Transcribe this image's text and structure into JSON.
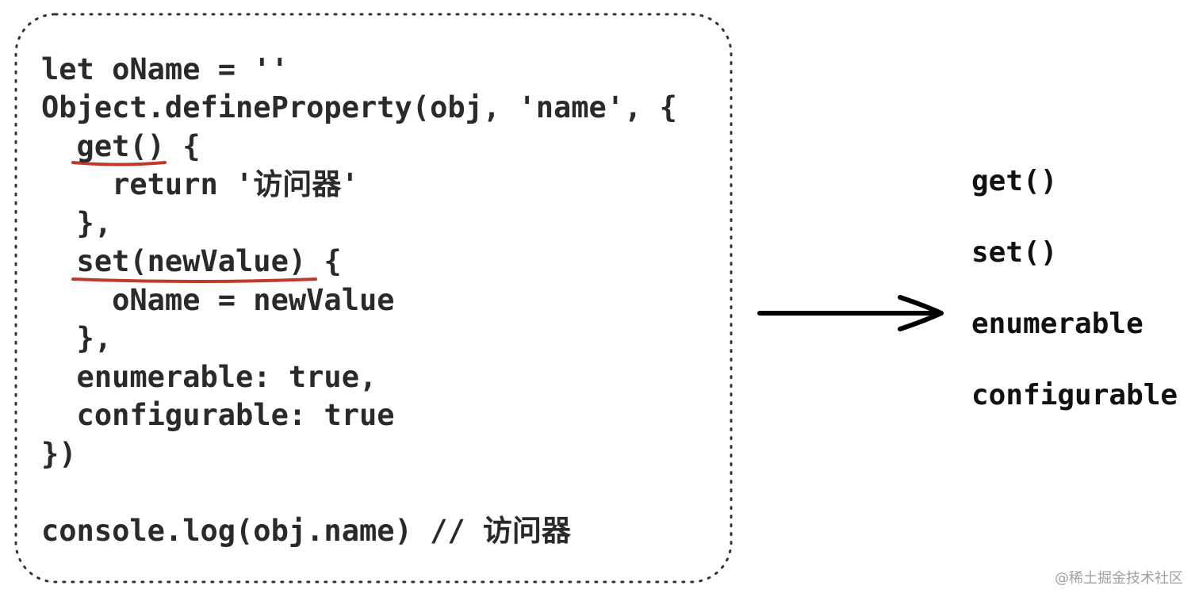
{
  "code_lines": [
    "let oName = ''",
    "Object.defineProperty(obj, 'name', {",
    "  get() {",
    "    return '访问器'",
    "  },",
    "  set(newValue) {",
    "    oName = newValue",
    "  },",
    "  enumerable: true,",
    "  configurable: true",
    "})",
    "",
    "console.log(obj.name) // 访问器"
  ],
  "underlined": [
    "get()",
    "set(newValue)"
  ],
  "property_list": [
    "get()",
    "set()",
    "enumerable",
    "configurable"
  ],
  "watermark": "@稀土掘金技术社区",
  "colors": {
    "code_text": "#2a2a2a",
    "underline": "#c0392b",
    "border": "#333333",
    "arrow": "#000000",
    "watermark": "#a0a0a0"
  },
  "icons": [
    "right-arrow-icon"
  ]
}
